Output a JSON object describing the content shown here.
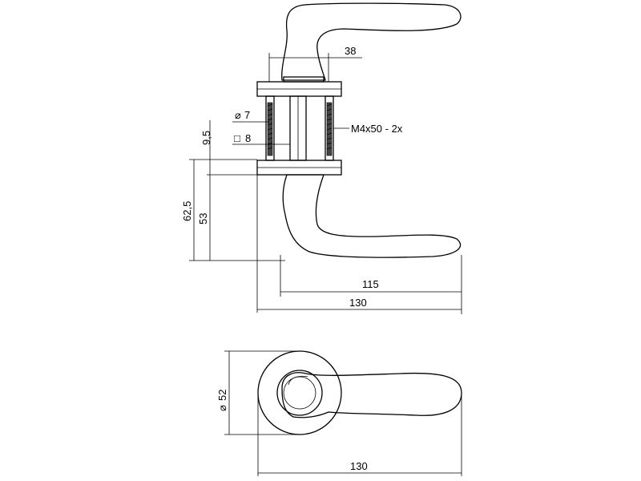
{
  "dimensions": {
    "top_width": "38",
    "bore_diameter": "7",
    "spindle_square": "8",
    "screws": "M4x50 - 2x",
    "rose_offset": "9,5",
    "height_total": "62,5",
    "height_lever": "53",
    "lever_length": "115",
    "overall_length_side": "130",
    "rose_diameter": "52",
    "overall_length_top": "130"
  },
  "symbols": {
    "diameter": "⌀",
    "square": "□"
  }
}
